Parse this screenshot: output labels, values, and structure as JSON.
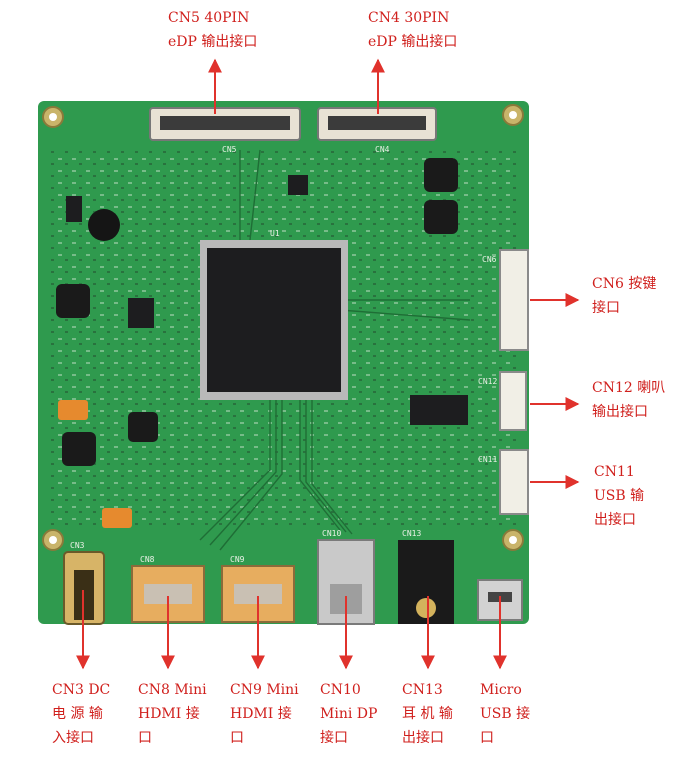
{
  "colors": {
    "board": "#2f9a4e",
    "board_dark": "#1f6e36",
    "label": "#d0201d",
    "arrow": "#e0322c",
    "silkscreen": "#e9f1e6",
    "chip": "#1d1d1f",
    "metal": "#c9c9c9"
  },
  "labels": {
    "cn5": "CN5 40PIN\neDP 输出接口",
    "cn4": "CN4 30PIN\neDP 输出接口",
    "cn6": "CN6 按键\n接口",
    "cn12": "CN12 喇叭\n输出接口",
    "cn11": "CN11\nUSB 输\n出接口",
    "cn3": "CN3 DC\n电 源 输\n入接口",
    "cn8": "CN8 Mini\nHDMI 接\n口",
    "cn9": "CN9 Mini\nHDMI 接\n口",
    "cn10": "CN10\nMini DP\n接口",
    "cn13": "CN13\n耳 机 输\n出接口",
    "micro_usb": "Micro\nUSB 接\n口"
  },
  "silk": {
    "u1": "U1",
    "cn5": "CN5",
    "cn4": "CN4",
    "cn6": "CN6",
    "cn12": "CN12",
    "cn11": "CN11",
    "cn3": "CN3",
    "cn8": "CN8",
    "cn9": "CN9",
    "cn10": "CN10",
    "cn13": "CN13"
  }
}
